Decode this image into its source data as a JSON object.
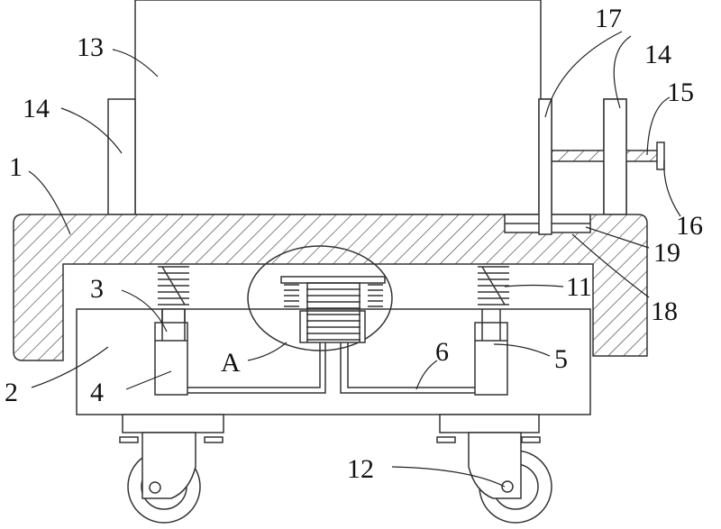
{
  "labels": {
    "l1": "1",
    "l2": "2",
    "l3": "3",
    "l4": "4",
    "l5": "5",
    "l6": "6",
    "l11": "11",
    "l12": "12",
    "l13": "13",
    "l14a": "14",
    "l14b": "14",
    "l15": "15",
    "l16": "16",
    "l17": "17",
    "l18": "18",
    "l19": "19",
    "lA": "A"
  }
}
